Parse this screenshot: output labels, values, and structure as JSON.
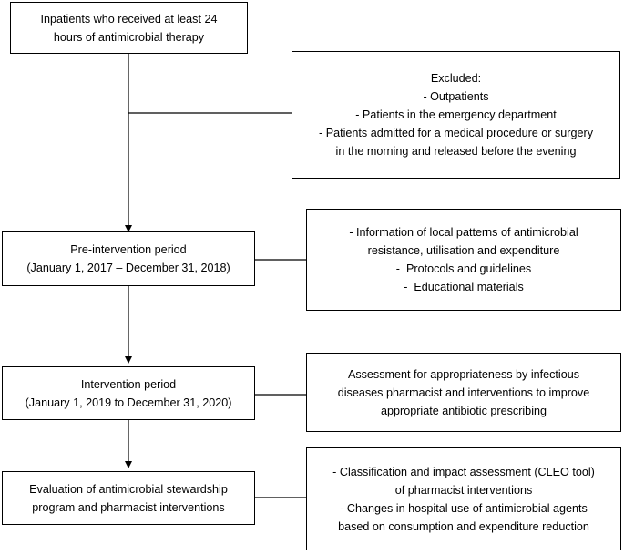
{
  "flowchart": {
    "start": {
      "lines": [
        "Inpatients who received at least 24",
        "hours of antimicrobial therapy"
      ]
    },
    "excluded": {
      "lines": [
        "Excluded:",
        "- Outpatients",
        "- Patients in the emergency department",
        "- Patients admitted for a medical procedure or surgery",
        "in the morning and released before the evening"
      ]
    },
    "pre_intervention": {
      "lines": [
        "Pre-intervention period",
        "(January 1, 2017 – December 31, 2018)"
      ]
    },
    "pre_details": {
      "lines": [
        "- Information of local patterns of antimicrobial",
        "resistance, utilisation and expenditure",
        "-  Protocols and guidelines",
        "-  Educational materials"
      ]
    },
    "intervention": {
      "lines": [
        "Intervention period",
        "(January 1, 2019 to December 31, 2020)"
      ]
    },
    "intervention_details": {
      "lines": [
        "Assessment for appropriateness by infectious",
        "diseases pharmacist and interventions to improve",
        "appropriate antibiotic prescribing"
      ]
    },
    "evaluation": {
      "lines": [
        "Evaluation of antimicrobial stewardship",
        "program and pharmacist interventions"
      ]
    },
    "evaluation_details": {
      "lines": [
        "- Classification and impact assessment (CLEO tool)",
        "of pharmacist interventions",
        "- Changes in hospital use of antimicrobial agents",
        "based on consumption and expenditure reduction"
      ]
    }
  }
}
